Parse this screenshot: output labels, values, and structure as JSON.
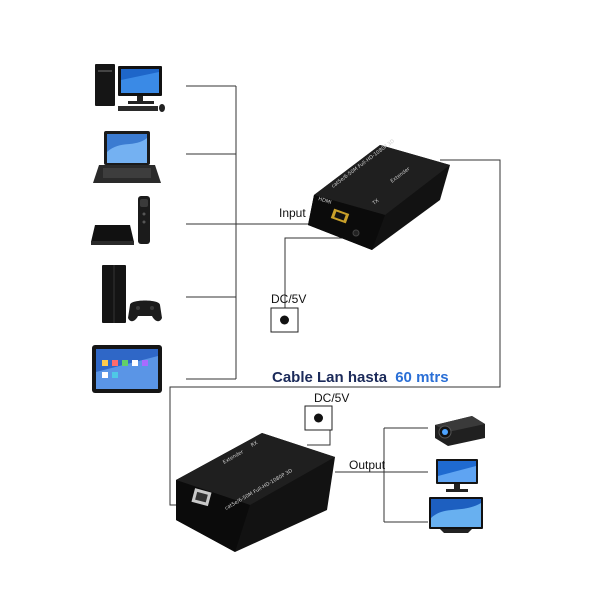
{
  "labels": {
    "input": "Input",
    "output": "Output",
    "dc_tx": "DC/5V",
    "dc_rx": "DC/5V",
    "cable_prefix": "Cable Lan hasta",
    "cable_highlight": "60 mtrs"
  },
  "transmitter": {
    "top_text": "cat5e/6-50M Full-HD-1080P 3D",
    "brand": "Extender",
    "side": "TX",
    "port": "HDMI"
  },
  "receiver": {
    "top_text": "cat5e/6-50M Full-HD-1080P 3D",
    "brand": "Extender",
    "side": "RX"
  },
  "sources": [
    {
      "name": "desktop-pc-icon"
    },
    {
      "name": "laptop-icon"
    },
    {
      "name": "tv-box-icon"
    },
    {
      "name": "game-console-icon"
    },
    {
      "name": "tablet-icon"
    }
  ],
  "displays": [
    {
      "name": "projector-icon"
    },
    {
      "name": "monitor-icon"
    },
    {
      "name": "tv-icon"
    }
  ],
  "colors": {
    "cable_text": "#1b2a5a",
    "cable_highlight": "#2a6fd6",
    "device": "#111111"
  }
}
